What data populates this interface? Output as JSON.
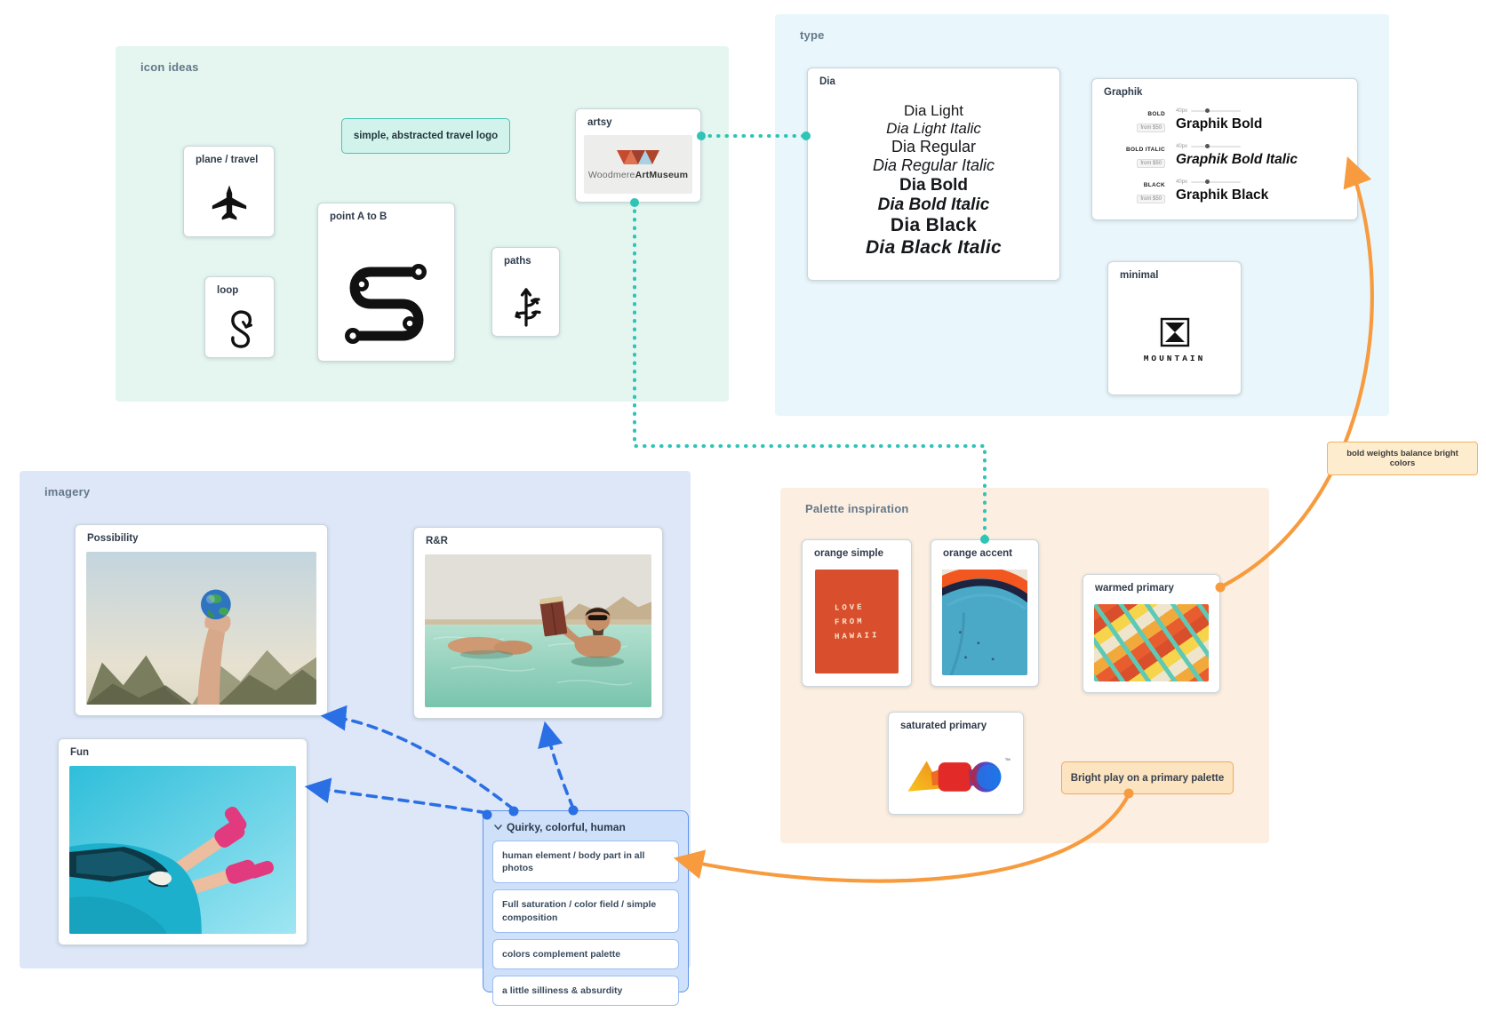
{
  "colors": {
    "teal_connector": "#2ec4b6",
    "blue_connector": "#2b6fe4",
    "orange_connector": "#f79b3e",
    "icon_ideas_bg": "#e4f6ef",
    "type_bg": "#e9f6fc",
    "imagery_bg": "#dde7f8",
    "palette_bg": "#fcefe1"
  },
  "sections": {
    "icon_ideas": {
      "label": "icon ideas"
    },
    "type": {
      "label": "type"
    },
    "imagery": {
      "label": "imagery"
    },
    "palette": {
      "label": "Palette inspiration"
    }
  },
  "icon_ideas": {
    "note": "simple, abstracted travel logo",
    "plane": {
      "title": "plane / travel"
    },
    "loop": {
      "title": "loop"
    },
    "point_a_to_b": {
      "title": "point A to B"
    },
    "paths": {
      "title": "paths"
    },
    "artsy": {
      "title": "artsy",
      "logo_regular": "Woodmere",
      "logo_bold": "ArtMuseum"
    }
  },
  "type": {
    "dia": {
      "title": "Dia",
      "specimens": [
        "Dia Light",
        "Dia Light Italic",
        "Dia Regular",
        "Dia Regular Italic",
        "Dia Bold",
        "Dia Bold Italic",
        "Dia Black",
        "Dia Black Italic"
      ]
    },
    "graphik": {
      "title": "Graphik",
      "rows": [
        {
          "tag": "BOLD",
          "badge": "from $50",
          "size": "40px",
          "text": "Graphik Bold"
        },
        {
          "tag": "BOLD ITALIC",
          "badge": "from $50",
          "size": "40px",
          "text": "Graphik Bold Italic"
        },
        {
          "tag": "BLACK",
          "badge": "from $50",
          "size": "40px",
          "text": "Graphik Black"
        }
      ]
    },
    "minimal": {
      "title": "minimal",
      "logo": "MOUNTAIN"
    }
  },
  "imagery": {
    "possibility": {
      "title": "Possibility"
    },
    "rr": {
      "title": "R&R"
    },
    "fun": {
      "title": "Fun"
    }
  },
  "palette": {
    "orange_simple": {
      "title": "orange simple",
      "lines": [
        "LOVE",
        "FROM",
        "HAWAII"
      ]
    },
    "orange_accent": {
      "title": "orange accent"
    },
    "warmed_primary": {
      "title": "warmed primary"
    },
    "saturated_primary": {
      "title": "saturated primary",
      "tm": "™"
    },
    "note": "Bright play on a primary palette"
  },
  "annotations": {
    "bold_weights": "bold weights balance bright colors"
  },
  "list": {
    "header": "Quirky, colorful, human",
    "items": [
      "human element / body part in all photos",
      "Full saturation / color field / simple composition",
      "colors complement palette",
      "a little silliness & absurdity"
    ]
  }
}
